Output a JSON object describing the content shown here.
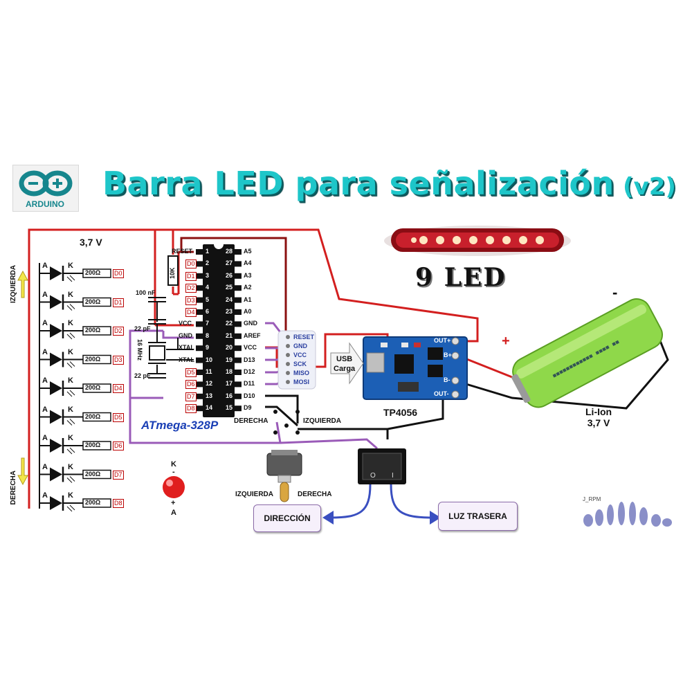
{
  "header": {
    "title": "Barra LED para señalización",
    "version": "(v2)",
    "logo_text": "ARDUINO"
  },
  "led_strip": {
    "label": "9 LED"
  },
  "supply": {
    "label": "3,7 V"
  },
  "leds": {
    "anode": "A",
    "cathode": "K",
    "resistor": "200Ω",
    "pins": [
      "D0",
      "D1",
      "D2",
      "D3",
      "D4",
      "D5",
      "D6",
      "D7",
      "D8"
    ]
  },
  "side_labels": {
    "left": "IZQUIERDA",
    "right": "DERECHA"
  },
  "chip": {
    "name": "ATmega-328P",
    "left_pins": [
      {
        "num": "1",
        "name": "RESET"
      },
      {
        "num": "2",
        "name": "D0"
      },
      {
        "num": "3",
        "name": "D1"
      },
      {
        "num": "4",
        "name": "D2"
      },
      {
        "num": "5",
        "name": "D3"
      },
      {
        "num": "6",
        "name": "D4"
      },
      {
        "num": "7",
        "name": "VCC"
      },
      {
        "num": "8",
        "name": "GND"
      },
      {
        "num": "9",
        "name": "XTAL"
      },
      {
        "num": "10",
        "name": "XTAL"
      },
      {
        "num": "11",
        "name": "D5"
      },
      {
        "num": "12",
        "name": "D6"
      },
      {
        "num": "13",
        "name": "D7"
      },
      {
        "num": "14",
        "name": "D8"
      }
    ],
    "right_pins": [
      {
        "num": "28",
        "name": "A5"
      },
      {
        "num": "27",
        "name": "A4"
      },
      {
        "num": "26",
        "name": "A3"
      },
      {
        "num": "25",
        "name": "A2"
      },
      {
        "num": "24",
        "name": "A1"
      },
      {
        "num": "23",
        "name": "A0"
      },
      {
        "num": "22",
        "name": "GND"
      },
      {
        "num": "21",
        "name": "AREF"
      },
      {
        "num": "20",
        "name": "VCC"
      },
      {
        "num": "19",
        "name": "D13"
      },
      {
        "num": "18",
        "name": "D12"
      },
      {
        "num": "17",
        "name": "D11"
      },
      {
        "num": "16",
        "name": "D10"
      },
      {
        "num": "15",
        "name": "D9"
      }
    ]
  },
  "components": {
    "resistor_10k": "10K",
    "cap_100nf": "100 nF",
    "cap_22pf_top": "22 pF",
    "cap_22pf_bottom": "22 pF",
    "crystal": "16 MHz"
  },
  "isp_header": [
    "RESET",
    "GND",
    "VCC",
    "SCK",
    "MISO",
    "MOSI"
  ],
  "charger": {
    "name": "TP4056",
    "usb_label_1": "USB",
    "usb_label_2": "Carga",
    "out_plus": "OUT+",
    "b_plus": "B+",
    "b_minus": "B-",
    "out_minus": "OUT-"
  },
  "battery": {
    "type": "Li-Ion",
    "voltage": "3,7 V",
    "plus": "+",
    "minus": "-"
  },
  "switch_labels": {
    "derecha_top": "DERECHA",
    "izquierda_top": "IZQUIERDA",
    "izquierda_bottom": "IZQUIERDA",
    "derecha_bottom": "DERECHA"
  },
  "indicator_led": {
    "k": "K",
    "minus": "-",
    "plus": "+",
    "a": "A"
  },
  "outputs": {
    "direction": "DIRECCIÓN",
    "rear_light": "LUZ TRASERA"
  },
  "credit": "J_RPM",
  "colors": {
    "title": "#1ec6c9",
    "wire_red": "#d31f1f",
    "wire_darkred": "#8b1010",
    "wire_purple": "#9a5bb8",
    "wire_black": "#111111",
    "arrow_blue": "#3a4fc0",
    "battery_green": "#8fd84a",
    "board_blue": "#1c5fb5"
  }
}
